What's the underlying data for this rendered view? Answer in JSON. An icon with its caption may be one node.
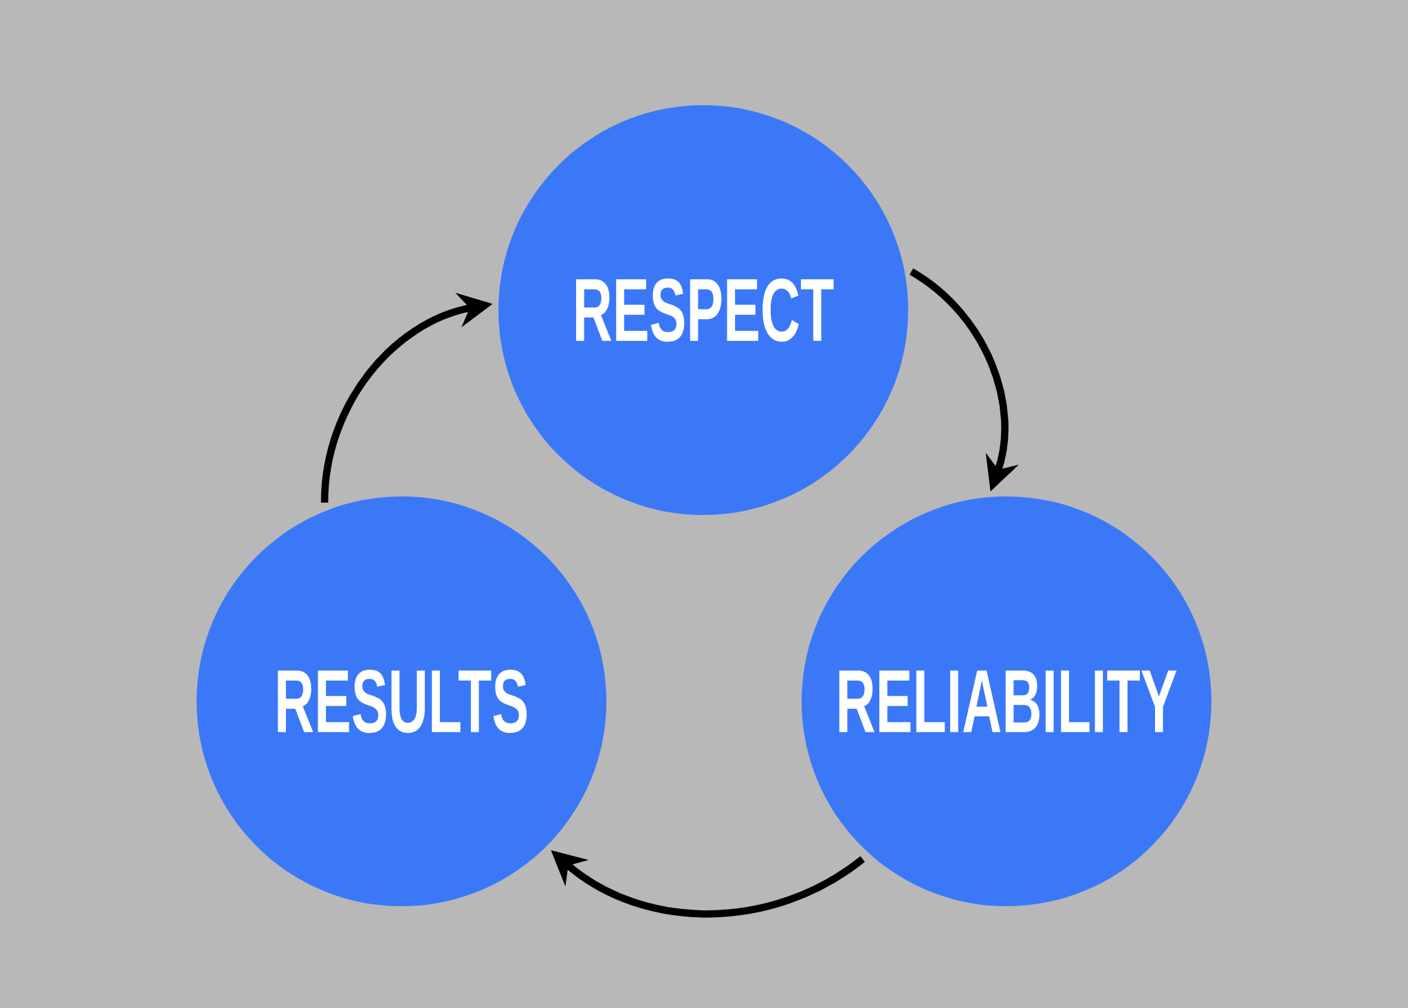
{
  "diagram": {
    "nodes": [
      {
        "text": [
          "RESPECT"
        ]
      },
      {
        "text": [
          "RELIABILITY"
        ]
      },
      {
        "text": [
          "RESULTS"
        ]
      }
    ],
    "edges": [
      {
        "from": 0,
        "to": 1,
        "arrow": "to"
      },
      {
        "from": 1,
        "to": 2,
        "arrow": "to"
      },
      {
        "from": 2,
        "to": 0,
        "arrow": "to"
      }
    ]
  }
}
